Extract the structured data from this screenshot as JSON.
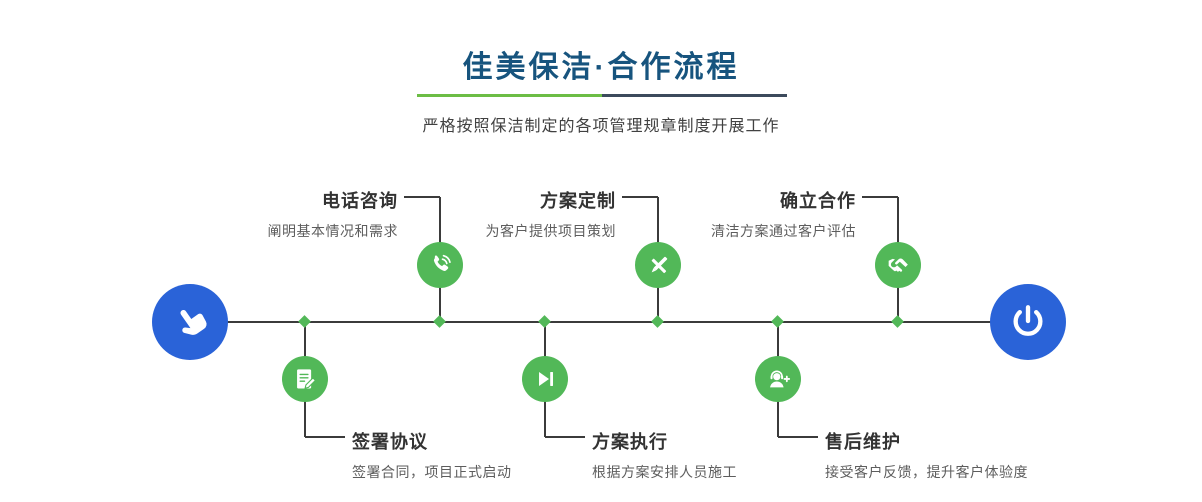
{
  "header": {
    "title": "佳美保洁·合作流程",
    "subtitle": "严格按照保洁制定的各项管理规章制度开展工作"
  },
  "timeline": {
    "start_icon": "hand-pointer-icon",
    "end_icon": "power-icon"
  },
  "steps": [
    {
      "title": "电话咨询",
      "desc": "阐明基本情况和需求",
      "icon": "phone-icon",
      "position": "top"
    },
    {
      "title": "方案定制",
      "desc": "为客户提供项目策划",
      "icon": "design-tools-icon",
      "position": "top"
    },
    {
      "title": "确立合作",
      "desc": "清洁方案通过客户评估",
      "icon": "handshake-icon",
      "position": "top"
    },
    {
      "title": "签署协议",
      "desc": "签署合同，项目正式启动",
      "icon": "document-sign-icon",
      "position": "bottom"
    },
    {
      "title": "方案执行",
      "desc": "根据方案安排人员施工",
      "icon": "play-icon",
      "position": "bottom"
    },
    {
      "title": "售后维护",
      "desc": "接受客户反馈，提升客户体验度",
      "icon": "customer-service-icon",
      "position": "bottom"
    }
  ],
  "colors": {
    "accent_green": "#52b858",
    "accent_blue": "#2a63d8",
    "title_blue": "#17547e",
    "line": "#3b3b3b"
  }
}
